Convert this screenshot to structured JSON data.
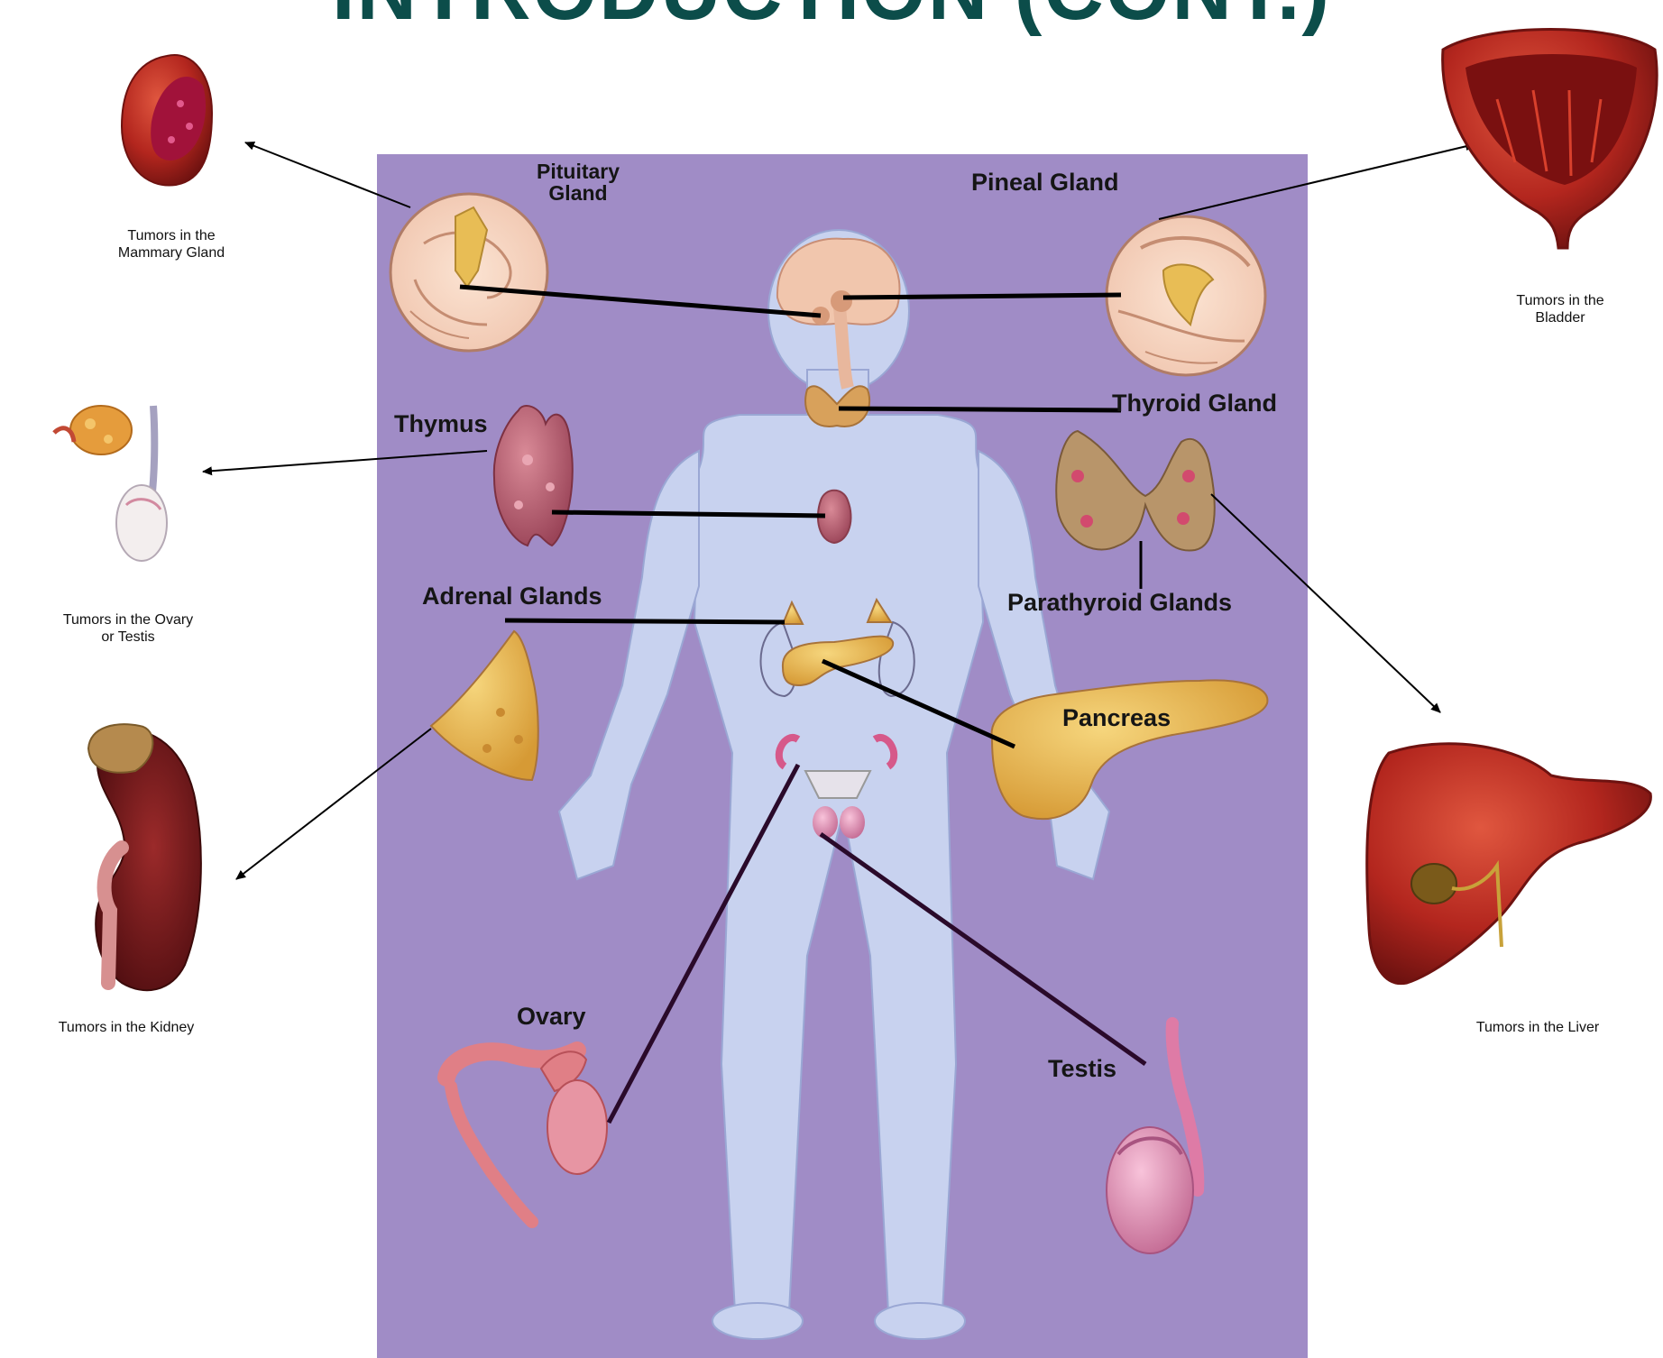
{
  "title": "INTRODUCTION (CONT.)",
  "colors": {
    "panel": "#a08cc6",
    "body": "#c8d2ef",
    "title": "#0c4d4a",
    "gland_yellow": "#e7b84c",
    "thymus": "#b85a6c",
    "organ_red": "#b3261e",
    "leader_line": "#000000",
    "reproductive_line": "#2a0a2a"
  },
  "panel_labels": {
    "pituitary": "Pituitary\nGland",
    "pineal": "Pineal Gland",
    "thymus": "Thymus",
    "thyroid": "Thyroid Gland",
    "parathyroid": "Parathyroid Glands",
    "adrenal": "Adrenal Glands",
    "pancreas": "Pancreas",
    "ovary": "Ovary",
    "testis": "Testis"
  },
  "tumor_captions": {
    "mammary": "Tumors in the\nMammary Gland",
    "ovary_testis": "Tumors in the Ovary\nor Testis",
    "kidney": "Tumors in the Kidney",
    "bladder": "Tumors in the\nBladder",
    "liver": "Tumors in the Liver"
  },
  "icons": [
    "human-body-figure",
    "pituitary-inset",
    "pineal-inset",
    "thymus-organ",
    "thyroid-organ",
    "adrenal-organ",
    "pancreas-organ",
    "ovary-organ",
    "testis-organ",
    "mammary-tumor",
    "ovary-testis-tumor",
    "kidney-tumor",
    "bladder-tumor",
    "liver-tumor"
  ]
}
